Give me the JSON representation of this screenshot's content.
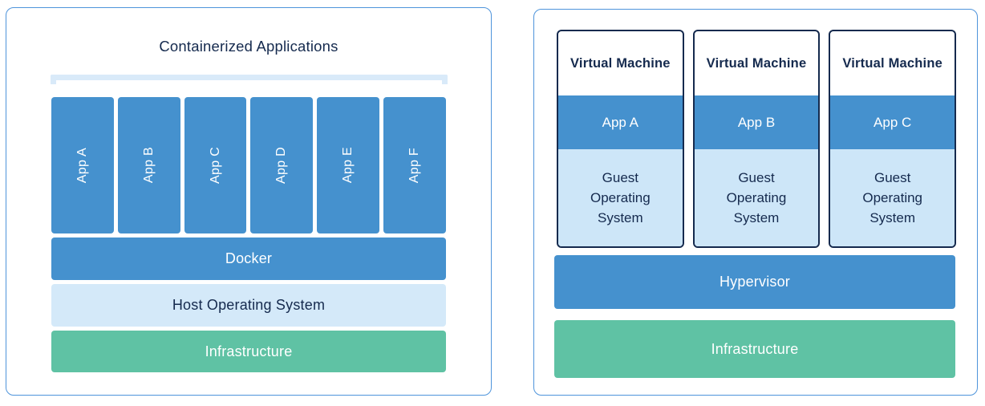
{
  "containers": {
    "title": "Containerized Applications",
    "apps": [
      "App A",
      "App B",
      "App C",
      "App D",
      "App E",
      "App F"
    ],
    "layers": [
      {
        "label": "Docker"
      },
      {
        "label": "Host Operating System"
      },
      {
        "label": "Infrastructure"
      }
    ]
  },
  "vms": {
    "machines": [
      {
        "title": "Virtual Machine",
        "app": "App A",
        "os": "Guest Operating System"
      },
      {
        "title": "Virtual Machine",
        "app": "App B",
        "os": "Guest Operating System"
      },
      {
        "title": "Virtual Machine",
        "app": "App C",
        "os": "Guest Operating System"
      }
    ],
    "layers": [
      {
        "label": "Hypervisor"
      },
      {
        "label": "Infrastructure"
      }
    ]
  },
  "colors": {
    "box_blue": "#4591CE",
    "light_blue_bar": "#D4E9F9",
    "guest_os_blue": "#CDE6F8",
    "green": "#5FC2A4",
    "navy_text": "#152A4E",
    "panel_border": "#4E94DB",
    "bracket": "#D9EAF9"
  }
}
